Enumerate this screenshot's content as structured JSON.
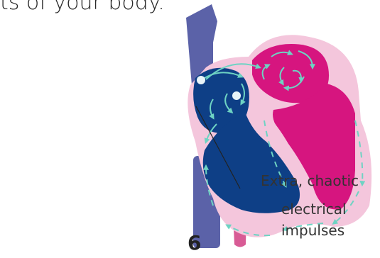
{
  "header": {
    "body_text": "ts of your body."
  },
  "diagram": {
    "callout_line1": "Extra, chaotic",
    "callout_line2": "electrical impulses",
    "colors": {
      "vessel_blue": "#5b62a8",
      "vessel_pink": "#d85b95",
      "heart_outer": "#f4c6dc",
      "right_chambers": "#0e3f86",
      "left_chambers": "#d6157f",
      "impulse_arrows": "#6ed3c3",
      "impulse_origin": "#e8f4f8"
    }
  },
  "footer": {
    "page_number": "6"
  }
}
